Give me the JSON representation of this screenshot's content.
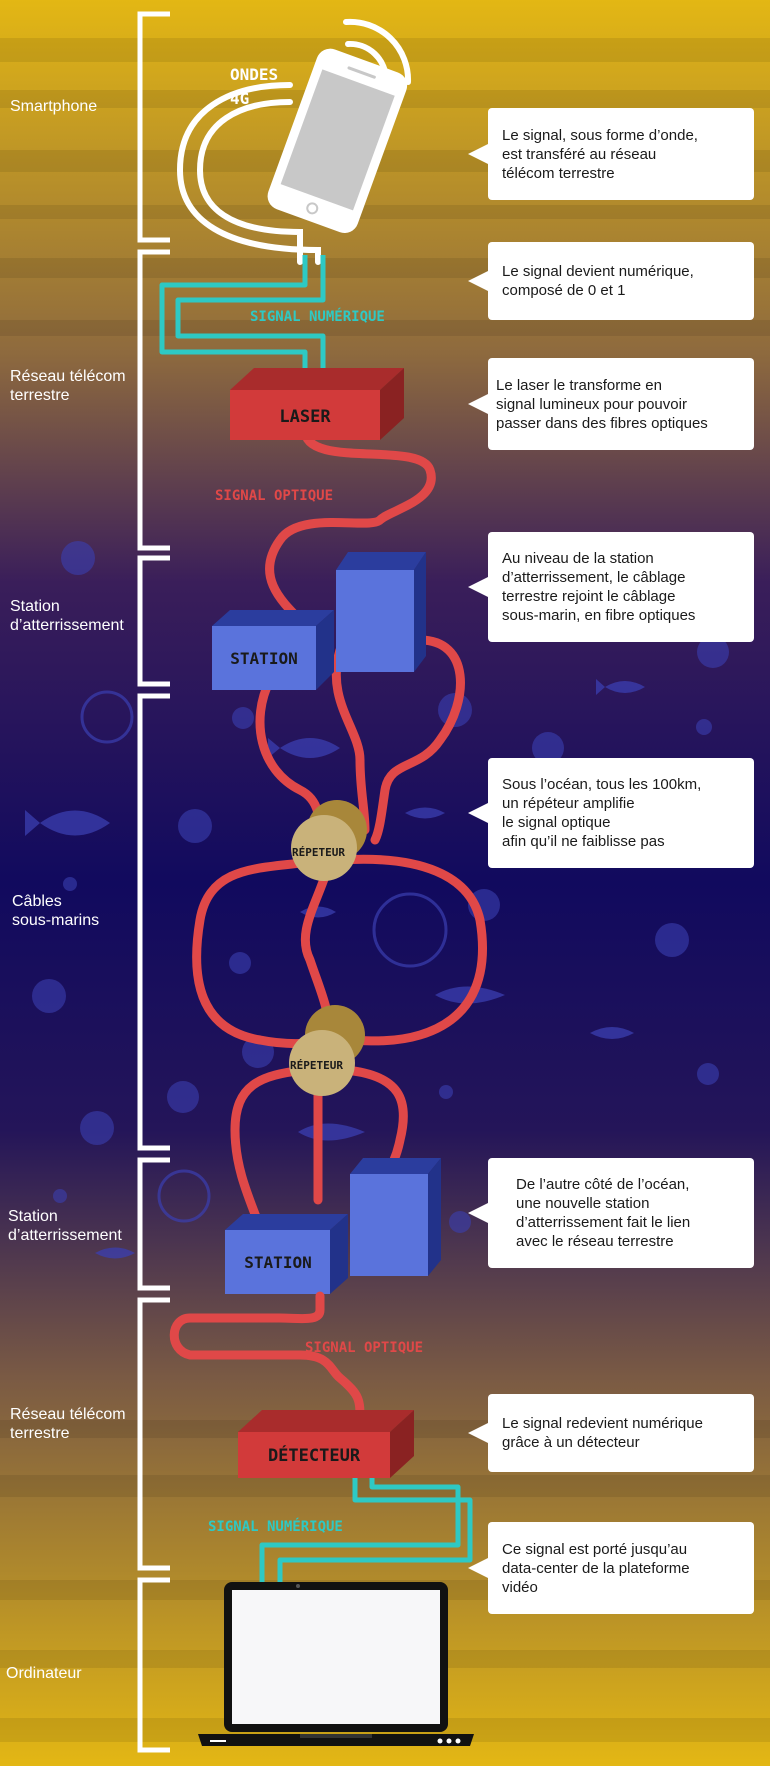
{
  "colors": {
    "gradient": [
      "#e3b714",
      "#8e6a3e",
      "#3a1e5a",
      "#110a5e",
      "#241559",
      "#7a5a44",
      "#e3b714"
    ],
    "signal_digital": "#2ec9c4",
    "signal_optical": "#e04848",
    "device_red": "#d23a3a",
    "station_blue": "#5a73dc",
    "repeater_gold": "#c9b27a",
    "bracket": "#ffffff"
  },
  "sections": [
    {
      "label": "Smartphone"
    },
    {
      "label": "Réseau télécom\nterrestre"
    },
    {
      "label": "Station\nd’atterrissement"
    },
    {
      "label": "Câbles\nsous-marins"
    },
    {
      "label": "Station\nd’atterrissement"
    },
    {
      "label": "Réseau télécom\nterrestre"
    },
    {
      "label": "Ordinateur"
    }
  ],
  "labels": {
    "waves_line1": "ONDES",
    "waves_line2": "4G",
    "digital_signal_top": "SIGNAL NUMÉRIQUE",
    "laser": "LASER",
    "optical_signal_top": "SIGNAL OPTIQUE",
    "station_top": "STATION",
    "repeater_1": "RÉPETEUR",
    "repeater_2": "RÉPETEUR",
    "station_bottom": "STATION",
    "optical_signal_bottom": "SIGNAL OPTIQUE",
    "detector": "DÉTECTEUR",
    "digital_signal_bottom": "SIGNAL NUMÉRIQUE"
  },
  "bubbles": [
    {
      "text": "Le signal, sous forme d’onde,\nest transféré au réseau\ntélécom terrestre"
    },
    {
      "text": "Le signal devient numérique,\ncomposé de 0 et 1"
    },
    {
      "text": "Le laser le transforme en\nsignal lumineux pour pouvoir\npasser dans des fibres optiques"
    },
    {
      "text": "Au niveau de la station\nd’atterrissement, le câblage\nterrestre rejoint le câblage\nsous-marin, en fibre optiques"
    },
    {
      "text": "Sous l’océan, tous les 100km,\nun répéteur amplifie\nle signal optique\nafin qu’il ne faiblisse pas"
    },
    {
      "text": "De l’autre côté de l’océan,\nune nouvelle station\nd’atterrissement fait le lien\navec le réseau terrestre"
    },
    {
      "text": "Le signal redevient numérique\ngrâce à un détecteur"
    },
    {
      "text": "Ce signal est porté jusqu’au\ndata-center de la plateforme\nvidéo"
    }
  ]
}
